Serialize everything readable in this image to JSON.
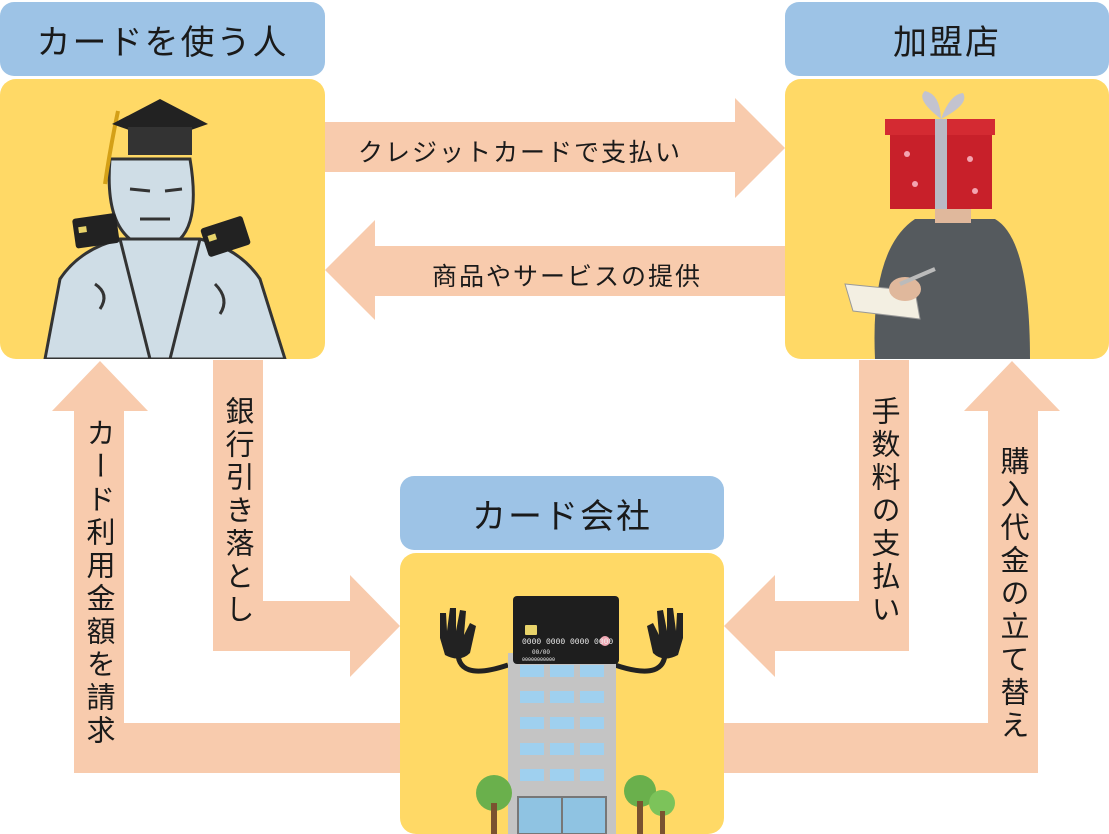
{
  "nodes": {
    "user_label": "カードを使う人",
    "merchant_label": "加盟店",
    "card_company_label": "カード会社"
  },
  "arrows": {
    "payment": "クレジットカードで支払い",
    "goods": "商品やサービスの提供",
    "bank_debit": "銀行引き落とし",
    "billing": "カード利用金額を請求",
    "fee": "手数料の支払い",
    "advance": "購入代金の立て替え"
  },
  "card": {
    "number": "0000 0000 0000 0000",
    "expiry": "00/00",
    "holder": "00000000000"
  },
  "colors": {
    "label_bg": "#9dc3e6",
    "box_bg": "#ffd966",
    "arrow": "#f8cbad"
  }
}
